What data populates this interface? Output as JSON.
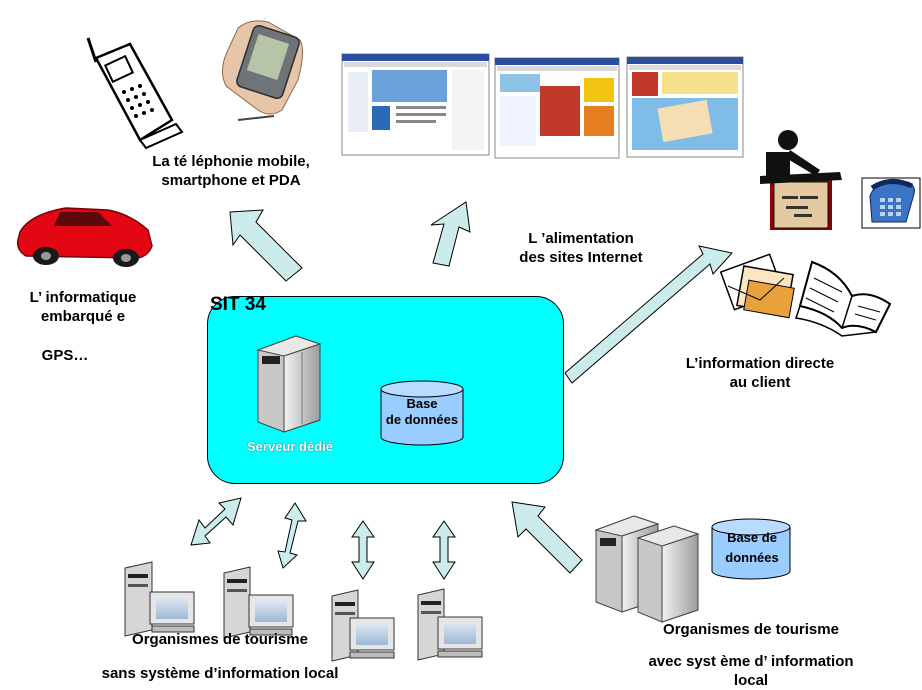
{
  "center": {
    "title": "SIT  34",
    "server_label": "Serveur dédié",
    "db_line1": "Base",
    "db_line2": "de données"
  },
  "labels": {
    "mobile_line1": "La té léphonie mobile,",
    "mobile_line2": "smartphone et PDA",
    "internet_line1": "L ’alimentation",
    "internet_line2": "des sites Internet",
    "embedded_line1": "L’ informatique",
    "embedded_line2": "embarqué e",
    "gps": "GPS…",
    "direct_line1": "L’information directe",
    "direct_line2": "au client",
    "orgs_without_line1": "Organismes de tourisme",
    "orgs_without_line2": "sans système d’information local",
    "orgs_with_line1": "Organismes de tourisme",
    "orgs_with_line2": "avec syst ème d’ information",
    "orgs_with_line3": "local",
    "remote_db_line1": "Base de",
    "remote_db_line2": "données"
  },
  "colors": {
    "center_fill": "#00ffff",
    "arrow_fill": "#ccecec",
    "db_fill": "#99ccff",
    "car": "#e30613"
  },
  "icons": [
    "mobile-phone-icon",
    "pda-icon",
    "car-icon",
    "website-screenshot-icon",
    "receptionist-icon",
    "telephone-icon",
    "letters-icon",
    "open-book-icon",
    "server-icon",
    "database-icon",
    "workstation-icon"
  ]
}
